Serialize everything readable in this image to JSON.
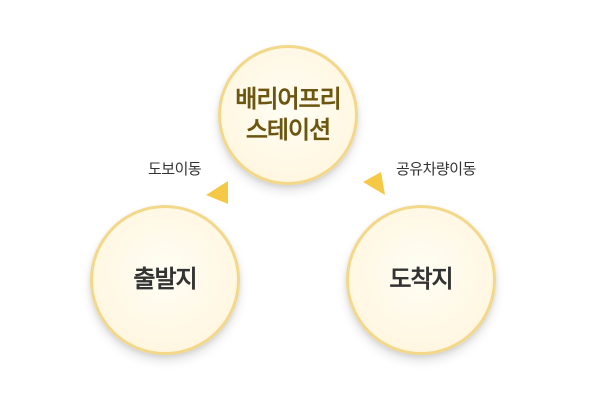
{
  "nodes": {
    "top": {
      "lines": [
        "배리어프리",
        "스테이션"
      ]
    },
    "left": {
      "label": "출발지"
    },
    "right": {
      "label": "도착지"
    }
  },
  "edges": {
    "left": {
      "label": "도보이동"
    },
    "right": {
      "label": "공유차량이동"
    }
  },
  "colors": {
    "circle_border": "#F3D88A",
    "circle_fill": "#FFF7E2",
    "arrow": "#F5C945",
    "top_text": "#6B5610",
    "text": "#333333"
  },
  "icons": {
    "left_arrow": "triangle-arrow-icon",
    "right_arrow": "triangle-arrow-icon"
  }
}
